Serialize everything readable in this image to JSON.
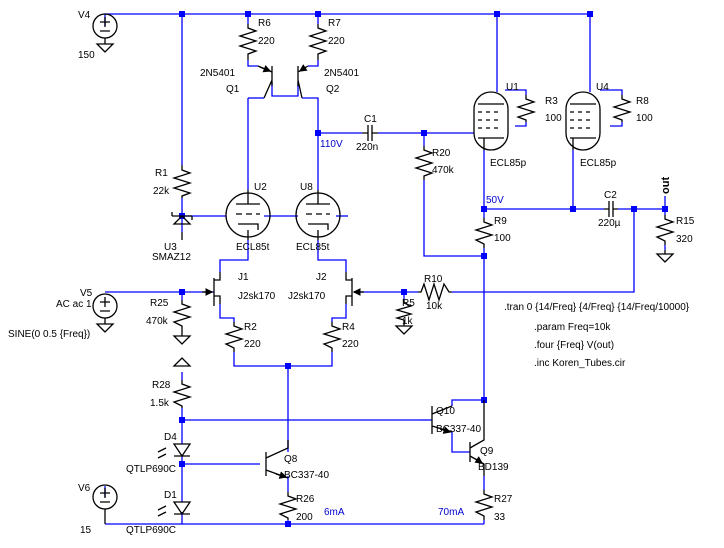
{
  "sources": {
    "v4": {
      "name": "V4",
      "value": "150"
    },
    "v5": {
      "name": "V5",
      "line1": "AC ac 1",
      "line2": "SINE(0 0.5 {Freq})"
    },
    "v6": {
      "name": "V6",
      "value": "15"
    }
  },
  "resistors": {
    "r1": {
      "name": "R1",
      "value": "22k"
    },
    "r2": {
      "name": "R2",
      "value": "220"
    },
    "r3": {
      "name": "R3",
      "value": "100"
    },
    "r4": {
      "name": "R4",
      "value": "220"
    },
    "r5": {
      "name": "R5",
      "value": "1k"
    },
    "r6": {
      "name": "R6",
      "value": "220"
    },
    "r7": {
      "name": "R7",
      "value": "220"
    },
    "r8": {
      "name": "R8",
      "value": "100"
    },
    "r9": {
      "name": "R9",
      "value": "100"
    },
    "r10": {
      "name": "R10",
      "value": "10k"
    },
    "r15": {
      "name": "R15",
      "value": "320"
    },
    "r20": {
      "name": "R20",
      "value": "470k"
    },
    "r25": {
      "name": "R25",
      "value": "470k"
    },
    "r26": {
      "name": "R26",
      "value": "200"
    },
    "r27": {
      "name": "R27",
      "value": "33"
    },
    "r28": {
      "name": "R28",
      "value": "1.5k"
    }
  },
  "capacitors": {
    "c1": {
      "name": "C1",
      "value": "220n"
    },
    "c2": {
      "name": "C2",
      "value": "220µ"
    }
  },
  "transistors": {
    "q1": {
      "name": "Q1",
      "model": "2N5401"
    },
    "q2": {
      "name": "Q2",
      "model": "2N5401"
    },
    "q8": {
      "name": "Q8",
      "model": "BC337-40"
    },
    "q9": {
      "name": "Q9",
      "model": "BD139"
    },
    "q10": {
      "name": "Q10",
      "model": "BC337-40"
    },
    "j1": {
      "name": "J1",
      "model": "J2sk170"
    },
    "j2": {
      "name": "J2",
      "model": "J2sk170"
    }
  },
  "tubes": {
    "u1": {
      "name": "U1",
      "model": "ECL85p"
    },
    "u2": {
      "name": "U2",
      "model": "ECL85t"
    },
    "u4": {
      "name": "U4",
      "model": "ECL85p"
    },
    "u8": {
      "name": "U8",
      "model": "ECL85t"
    }
  },
  "diodes": {
    "u3": {
      "name": "U3",
      "model": "SMAZ12"
    },
    "d4": {
      "name": "D4",
      "model": "QTLP690C"
    },
    "d1": {
      "name": "D1",
      "model": "QTLP690C"
    }
  },
  "nets": {
    "v110": "110V",
    "v50": "50V",
    "i6": "6mA",
    "i70": "70mA",
    "out": "out"
  },
  "directives": [
    ".tran 0 {14/Freq} {4/Freq} {14/Freq/10000}",
    ".param Freq=10k",
    ".four {Freq} V(out)",
    ".inc Koren_Tubes.cir"
  ],
  "colors": {
    "wire": "#0000ff",
    "component": "#000000",
    "background": "#ffffff",
    "net_label": "#0000cc"
  }
}
